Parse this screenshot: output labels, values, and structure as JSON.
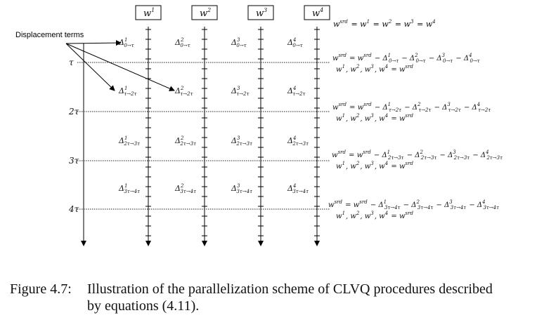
{
  "workers": [
    "w1",
    "w2",
    "w3",
    "w4"
  ],
  "worker_base": "w",
  "worker_indices": [
    "1",
    "2",
    "3",
    "4"
  ],
  "time_labels": [
    "τ",
    "2τ",
    "3τ",
    "4τ"
  ],
  "annotation": "Displacement terms",
  "delta_symbol": "Δ",
  "intervals": [
    "0→τ",
    "τ→2τ",
    "2τ→3τ",
    "3τ→4τ"
  ],
  "init_equation": "w^{srd} = w^1 = w^2 = w^3 = w^4",
  "update_lines": [
    "w^{srd} = w^{srd} − Δ^1_{0→τ} − Δ^2_{0→τ} − Δ^3_{0→τ} − Δ^4_{0→τ}",
    "w^{srd} = w^{srd} − Δ^1_{τ→2τ} − Δ^2_{τ→2τ} − Δ^3_{τ→2τ} − Δ^4_{τ→2τ}",
    "w^{srd} = w^{srd} − Δ^1_{2τ→3τ} − Δ^2_{2τ→3τ} − Δ^3_{2τ→3τ} − Δ^4_{2τ→3τ}",
    "w^{srd} = w^{srd} − Δ^1_{3τ→4τ} − Δ^2_{3τ→4τ} − Δ^3_{3τ→4τ} − Δ^4_{3τ→4τ}"
  ],
  "reset_line": "w^1, w^2, w^3, w^4 = w^{srd}",
  "caption": {
    "label": "Figure 4.7:",
    "line1": "Illustration of the parallelization scheme of CLVQ procedures described",
    "line2": "by equations (4.11)."
  }
}
